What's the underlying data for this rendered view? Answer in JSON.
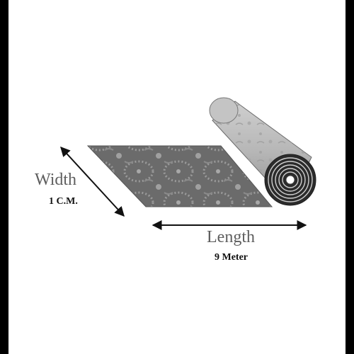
{
  "width": {
    "label": "Width",
    "value": "1 C.M."
  },
  "length": {
    "label": "Length",
    "value": "9 Meter"
  },
  "colors": {
    "frame": "#000000",
    "background": "#ffffff",
    "fabric": "#6b6b6b",
    "roll": "#b9b9b9",
    "arrow": "#111111"
  }
}
